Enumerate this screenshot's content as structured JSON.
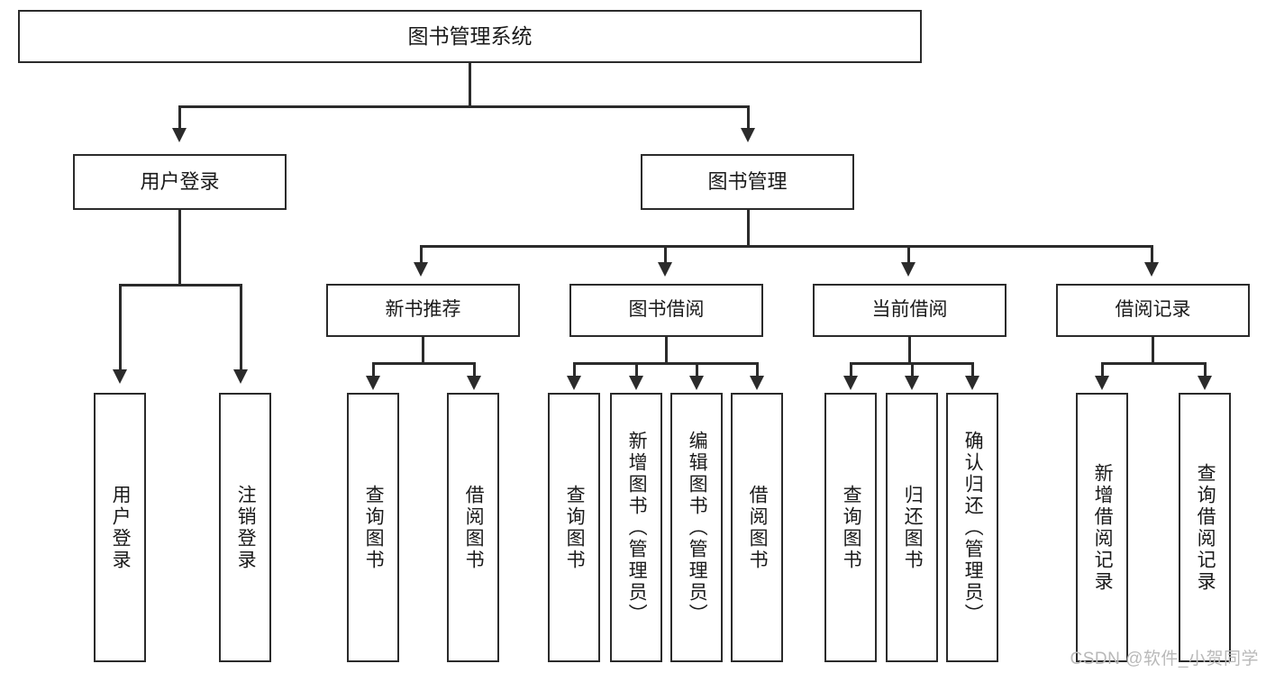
{
  "diagram": {
    "title": "图书管理系统",
    "type": "tree-hierarchy-chart",
    "root": {
      "id": "root",
      "label": "图书管理系统"
    },
    "level2": [
      {
        "id": "user-login",
        "label": "用户登录"
      },
      {
        "id": "book-management",
        "label": "图书管理"
      }
    ],
    "level3": [
      {
        "id": "new-book-recommend",
        "label": "新书推荐"
      },
      {
        "id": "book-borrow",
        "label": "图书借阅"
      },
      {
        "id": "current-borrow",
        "label": "当前借阅"
      },
      {
        "id": "borrow-record",
        "label": "借阅记录"
      }
    ],
    "leaves": {
      "user_login": [
        {
          "id": "leaf-user-login",
          "label": "用户登录"
        },
        {
          "id": "leaf-logout-login",
          "label": "注销登录"
        }
      ],
      "new_book_recommend": [
        {
          "id": "leaf-query-book-1",
          "label": "查询图书"
        },
        {
          "id": "leaf-borrow-book-1",
          "label": "借阅图书"
        }
      ],
      "book_borrow": [
        {
          "id": "leaf-query-book-2",
          "label": "查询图书"
        },
        {
          "id": "leaf-add-book",
          "label": "新增图书（管理员）"
        },
        {
          "id": "leaf-edit-book",
          "label": "编辑图书（管理员）"
        },
        {
          "id": "leaf-borrow-book-2",
          "label": "借阅图书"
        }
      ],
      "current_borrow": [
        {
          "id": "leaf-query-book-3",
          "label": "查询图书"
        },
        {
          "id": "leaf-return-book",
          "label": "归还图书"
        },
        {
          "id": "leaf-confirm-return",
          "label": "确认归还（管理员）"
        }
      ],
      "borrow_record": [
        {
          "id": "leaf-add-record",
          "label": "新增借阅记录"
        },
        {
          "id": "leaf-query-record",
          "label": "查询借阅记录"
        }
      ]
    }
  },
  "watermark": {
    "text": "CSDN @软件_小贺同学"
  },
  "colors": {
    "stroke": "#2b2b2b",
    "fill": "#ffffff",
    "text": "#1a1a1a",
    "watermark": "#b9b9b9"
  }
}
